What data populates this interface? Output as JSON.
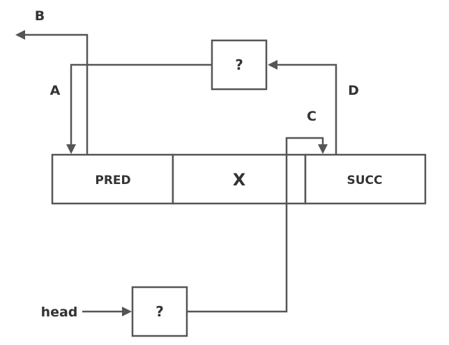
{
  "node": {
    "fields": [
      "PRED",
      "X",
      "SUCC"
    ]
  },
  "pred_target_box": {
    "label": "?"
  },
  "head_box": {
    "label": "?"
  },
  "head_label": "head",
  "links": {
    "a": "A",
    "b": "B",
    "c": "C",
    "d": "D"
  },
  "colors": {
    "line": "#555555",
    "text": "#333333"
  }
}
